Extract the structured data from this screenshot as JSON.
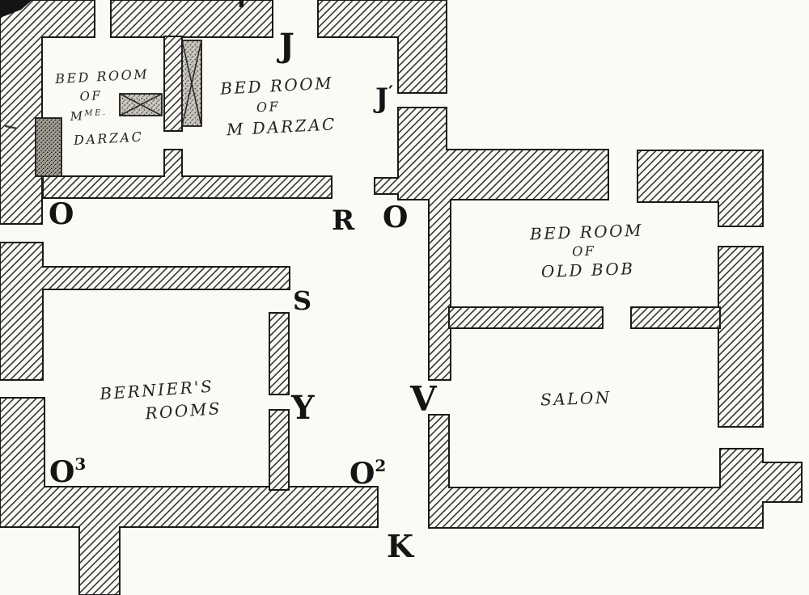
{
  "rooms": {
    "mme_darzac": {
      "lines": [
        "BED ROOM",
        "OF"
      ],
      "madame": {
        "base": "M",
        "sup": "ME."
      },
      "surname": "DARZAC"
    },
    "m_darzac": {
      "lines": [
        "BED ROOM",
        "OF",
        "M DARZAC"
      ]
    },
    "old_bob": {
      "lines": [
        "BED ROOM",
        "OF",
        "OLD BOB"
      ]
    },
    "berniers": {
      "lines": [
        "BERNIER'S",
        "ROOMS"
      ]
    },
    "salon": {
      "lines": [
        "SALON"
      ]
    }
  },
  "markers": {
    "j": "J",
    "j_prime": {
      "base": "J",
      "sup": "′"
    },
    "o_corridor_left": "O",
    "r": "R",
    "o_corridor_right": "O",
    "s": "S",
    "y": "Y",
    "v": "V",
    "o2": {
      "base": "O",
      "sup": "2"
    },
    "o3": {
      "base": "O",
      "sup": "3"
    },
    "k": "K"
  },
  "colors": {
    "ink": "#1a1a1a",
    "paper": "#fbfaf5",
    "hatch_line": "#2a2a2a",
    "furniture_light": "#c9c6bd",
    "furniture_dark": "#a8a49a"
  }
}
